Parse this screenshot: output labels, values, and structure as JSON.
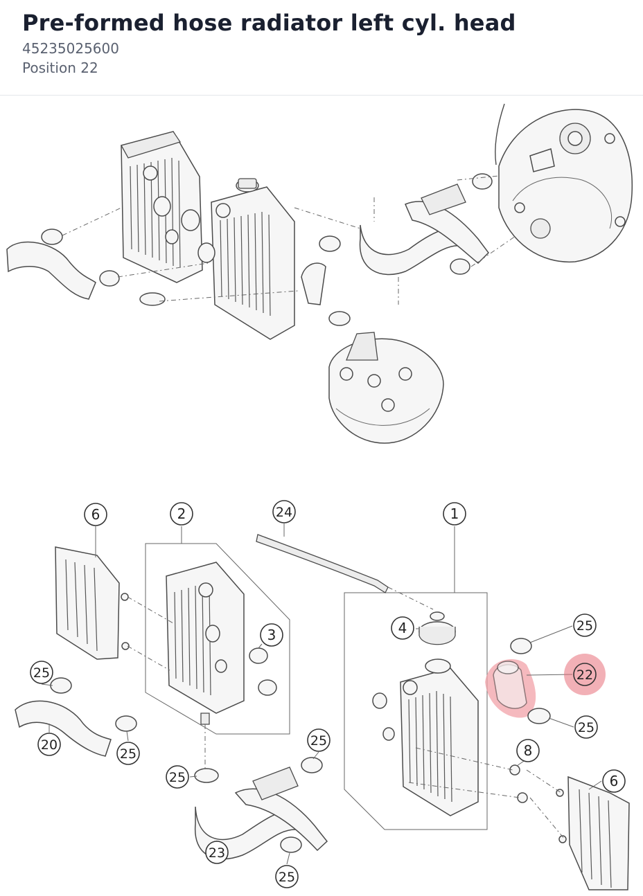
{
  "header": {
    "title": "Pre-formed hose radiator left cyl. head",
    "part_number": "45235025600",
    "position": "Position 22"
  },
  "callouts": [
    {
      "id": "c6a",
      "label": "6"
    },
    {
      "id": "c2",
      "label": "2"
    },
    {
      "id": "c24",
      "label": "24"
    },
    {
      "id": "c1",
      "label": "1"
    },
    {
      "id": "c3",
      "label": "3"
    },
    {
      "id": "c4",
      "label": "4"
    },
    {
      "id": "c25a",
      "label": "25"
    },
    {
      "id": "c22",
      "label": "22",
      "highlighted": true
    },
    {
      "id": "c25b",
      "label": "25"
    },
    {
      "id": "c25c",
      "label": "25"
    },
    {
      "id": "c20",
      "label": "20"
    },
    {
      "id": "c25d",
      "label": "25"
    },
    {
      "id": "c25e",
      "label": "25"
    },
    {
      "id": "c8",
      "label": "8"
    },
    {
      "id": "c25f",
      "label": "25"
    },
    {
      "id": "c6b",
      "label": "6"
    },
    {
      "id": "c23",
      "label": "23"
    },
    {
      "id": "c25g",
      "label": "25"
    }
  ],
  "colors": {
    "highlight": "#e8707a",
    "title": "#1a2030",
    "subtitle": "#5a6170",
    "line": "#4a4a4a"
  }
}
